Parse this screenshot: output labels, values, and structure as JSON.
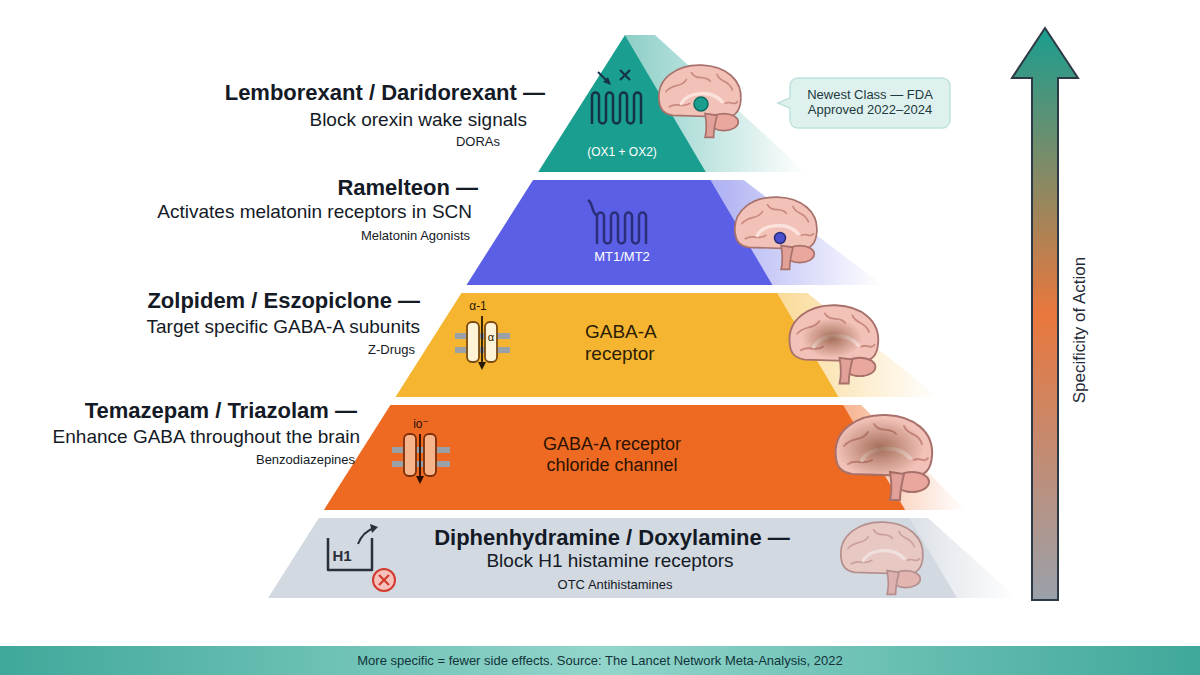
{
  "diagram": {
    "caption": "More specific = fewer side effects. Source: The Lancet Network Meta-Analysis, 2022",
    "nodes": [
      {
        "text": [
          "Lemborexant / Daridorexant —",
          "Block orexin wake signals",
          "DORAs",
          "(OX1 + OX2)"
        ]
      },
      {
        "text": [
          "Newest Class — FDA Approved 2022–2024"
        ]
      },
      {
        "text": [
          "Ramelteon —",
          "Activates melatonin receptors in SCN",
          "Melatonin Agonists",
          "MT1/MT2"
        ]
      },
      {
        "text": [
          "Zolpidem / Eszopiclone —",
          "Target specific GABA-A subunits",
          "Z-Drugs",
          "GABA-A receptor"
        ]
      },
      {
        "text": [
          "Temazepam / Triazolam —",
          "Enhance GABA throughout the brain",
          "Benzodiazepines",
          "GABA-A receptor chloride channel"
        ]
      },
      {
        "text": [
          "Diphenhydramine / Doxylamine —",
          "Block H1 histamine receptors",
          "OTC Antihistamines"
        ]
      }
    ],
    "labels": [
      "α-1",
      "α",
      "io⁻",
      "H1",
      "Specificity of Action"
    ]
  }
}
